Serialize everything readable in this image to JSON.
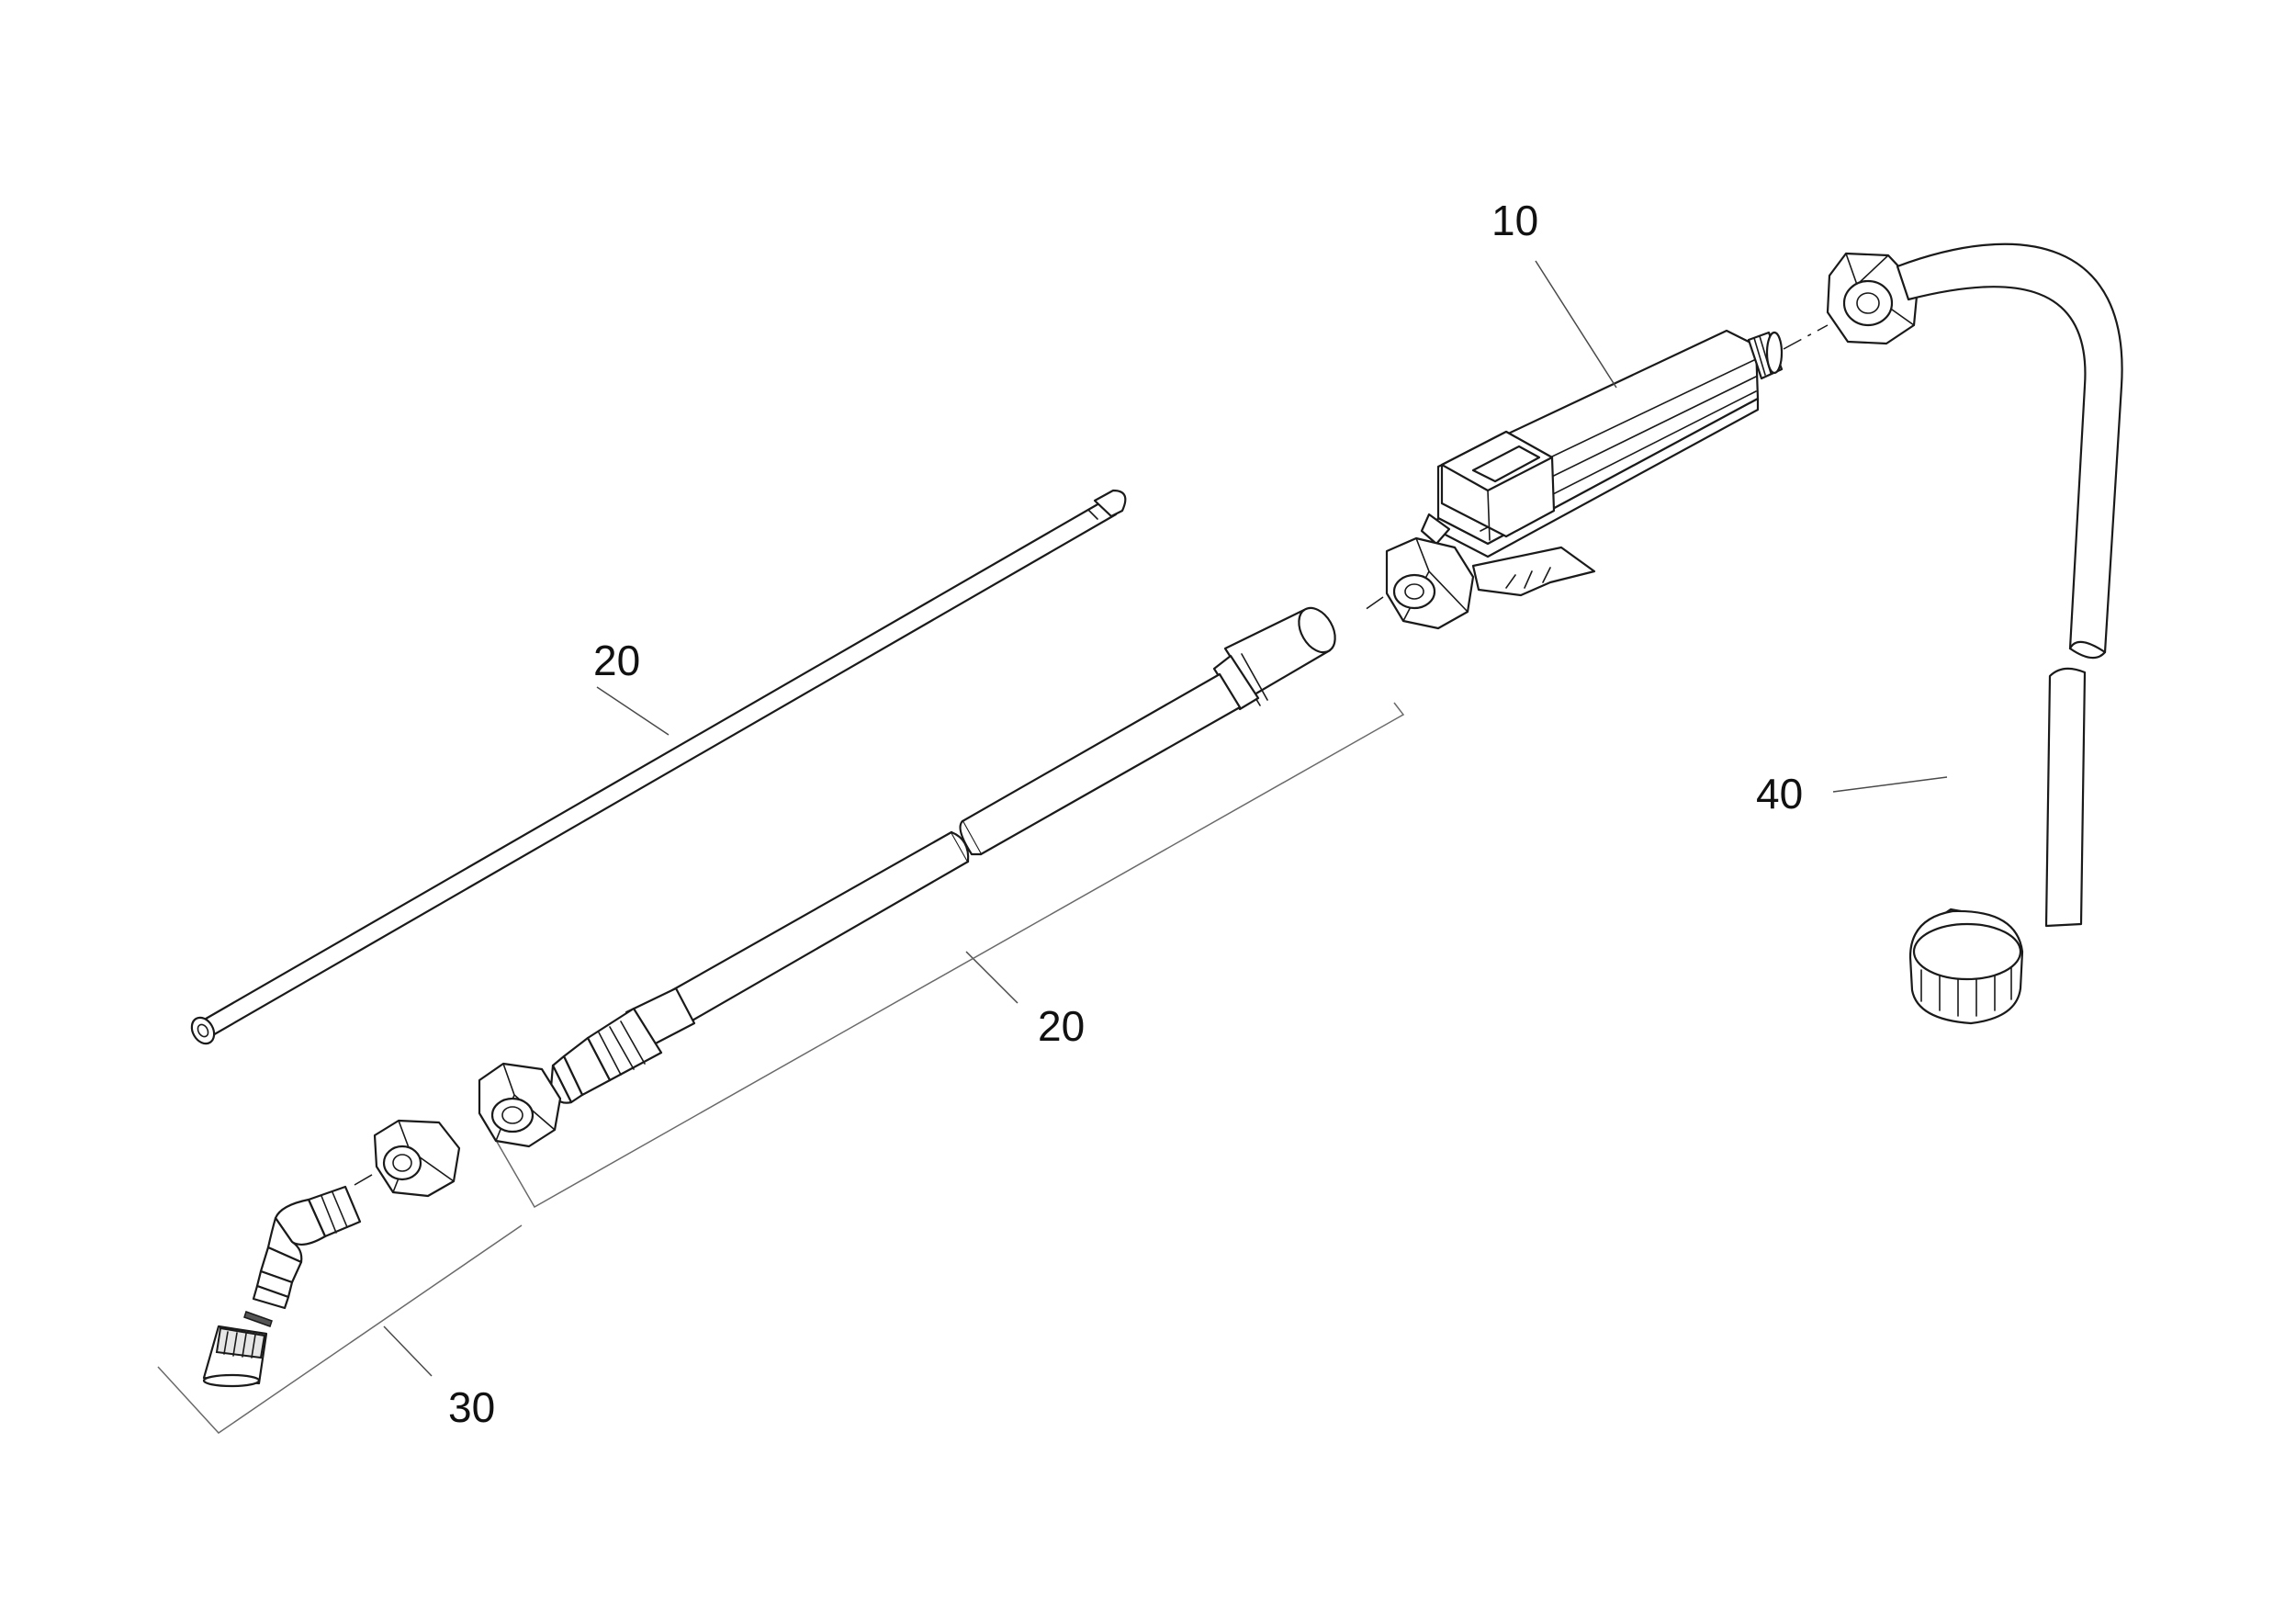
{
  "callouts": [
    {
      "id": "10",
      "label": "10"
    },
    {
      "id": "20a",
      "label": "20"
    },
    {
      "id": "20b",
      "label": "20"
    },
    {
      "id": "30",
      "label": "30"
    },
    {
      "id": "40",
      "label": "40"
    }
  ]
}
